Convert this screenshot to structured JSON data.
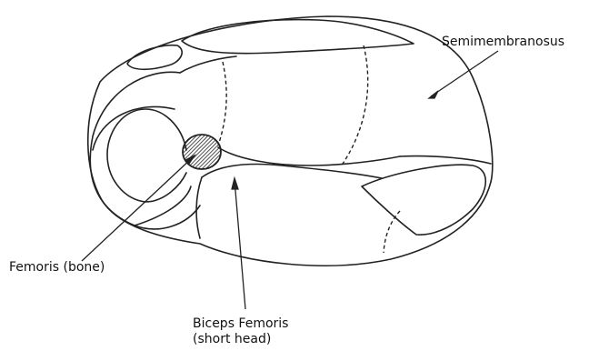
{
  "labels": {
    "semimembranosus": "Semimembranosus",
    "femoris_bone": "Femoris (bone)",
    "biceps_line1": "Biceps Femoris",
    "biceps_line2": "(short head)"
  }
}
